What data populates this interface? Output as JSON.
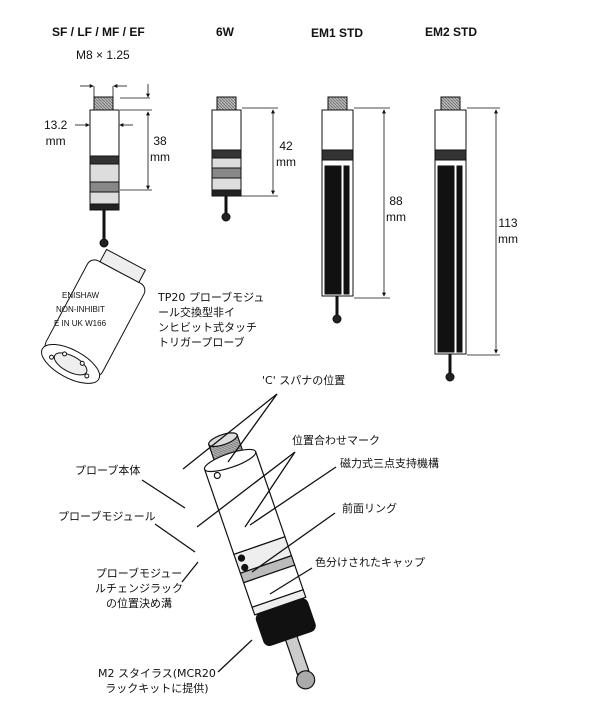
{
  "models": [
    {
      "title": "SF / LF / MF / EF",
      "length": "38",
      "unit": "mm"
    },
    {
      "title": "6W",
      "length": "42",
      "unit": "mm"
    },
    {
      "title": "EM1 STD",
      "length": "88",
      "unit": "mm"
    },
    {
      "title": "EM2 STD",
      "length": "113",
      "unit": "mm"
    }
  ],
  "thread": "M8 × 1.25",
  "diameter": {
    "value": "13.2",
    "unit": "mm"
  },
  "module_caption": [
    "TP20 プローブモジュ",
    "ール交換型非イ",
    "ンヒビット式タッチ",
    "トリガープローブ"
  ],
  "module_markings": [
    "ENISHAW",
    "NON-INHIBIT",
    "E IN UK W166"
  ],
  "callouts": {
    "c_spanner": "'C' スパナの位置",
    "alignment_mark": "位置合わせマーク",
    "kinematic": "磁力式三点支持機構",
    "probe_body": "プローブ本体",
    "front_ring": "前面リング",
    "probe_module": "プローブモジュール",
    "colored_cap": "色分けされたキャップ",
    "rack_groove": [
      "プローブモジュー",
      "ルチェンジラック",
      "の位置決め溝"
    ],
    "stylus": [
      "M2 スタイラス(MCR20",
      "ラックキットに提供)"
    ]
  }
}
